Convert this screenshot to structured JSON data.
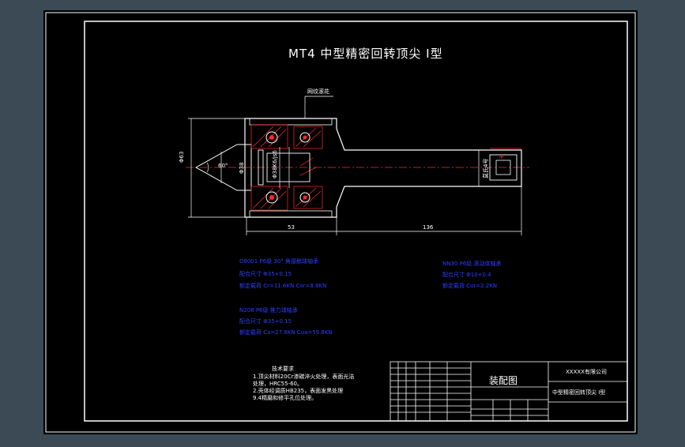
{
  "drawing": {
    "title": "MT4 中型精密回转顶尖 I型",
    "callout_label": "网纹滚花",
    "dimensions": {
      "overall_diameter": "Φ63",
      "tip_angle": "60°",
      "inner_diameter": "Φ38",
      "bearing_fit": "Φ38K6/js6",
      "length_left": "53",
      "length_right": "136",
      "taper": "莫氏4号"
    }
  },
  "bearing_specs": [
    {
      "name": "D8001 P6级 30° 角接触球轴承",
      "fit": "配合尺寸 Φ35+0.15",
      "limit": "额定载荷 Cr=11.6KN Cor=8.8KN"
    },
    {
      "name": "NN30 P6级 滚动体轴承",
      "fit": "配合尺寸 Φ10+0.4",
      "limit": "额定载荷 Cor=2.2KN"
    },
    {
      "name": "N208 P6级 推力球轴承",
      "fit": "配合尺寸 Φ35+0.15",
      "limit": "额定载荷 Ca=27.8KN Coa=59.8KN"
    }
  ],
  "tech_requirements": {
    "title": "技术要求",
    "lines": [
      "1.顶尖材料20Cr渗碳淬火处理，表面光洁",
      "处理，HRC55-60。",
      "2.壳体经调质HB235，表面发黑处理",
      "9.4精磨和修平孔位处理。"
    ]
  },
  "title_block": {
    "drawing_name": "装配图",
    "company": "XXXXX有限公司",
    "product": "中型精密回转顶尖 I型"
  },
  "colors": {
    "frame": "#ffffff",
    "background": "#000000",
    "outer": "#3b4a55",
    "part": "#ffffff",
    "section": "#ff2a2a",
    "annotation": "#2d3fff",
    "center": "#ff2a2a"
  }
}
